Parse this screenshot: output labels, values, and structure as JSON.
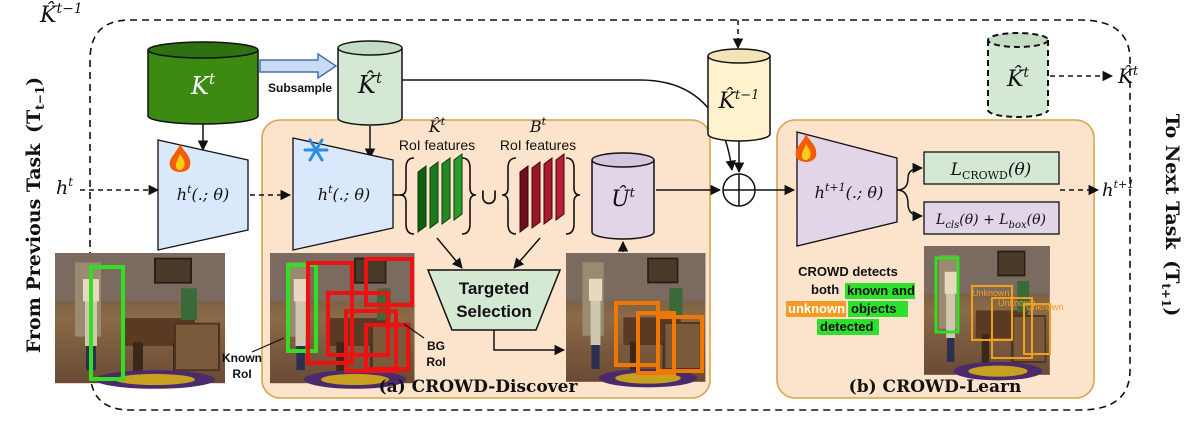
{
  "labels": {
    "left_side": "From Previous Task",
    "left_side_sub": "(T",
    "left_side_subscript": "t−1",
    "left_side_close": ")",
    "right_side": "To Next Task",
    "right_side_sub": "(T",
    "right_side_subscript": "t+1",
    "right_side_close": ")",
    "k_prev_top": "K̂",
    "k_prev_top_sup": "t−1",
    "h_t_in": "h",
    "h_t_in_sup": "t",
    "h_out": "h",
    "h_out_sup": "t+1",
    "k_out": "K̂",
    "k_out_sup": "t",
    "subsample": "Subsample",
    "cyl_K": "K",
    "cyl_K_sup": "t",
    "cyl_Khat": "K̂",
    "cyl_Khat_sup": "t",
    "cyl_Kprev": "K̂",
    "cyl_Kprev_sup": "t−1",
    "cyl_Kdash": "K̂",
    "cyl_Kdash_sup": "t",
    "cyl_U": "Û",
    "cyl_U_sup": "t",
    "model1": "h",
    "model1_sup": "t",
    "model1_args": "(.; θ)",
    "model2": "h",
    "model2_sup": "t",
    "model2_args": "(.; θ)",
    "model3": "h",
    "model3_sup": "t+1",
    "model3_args": "(.; θ)",
    "khat_feat_top": "K̂",
    "khat_feat_sup": "t",
    "khat_feat_bottom": "RoI features",
    "b_feat_top": "B",
    "b_feat_sup": "t",
    "b_feat_bottom": "RoI features",
    "union": "∪",
    "targeted_1": "Targeted",
    "targeted_2": "Selection",
    "known_roi_1": "Known",
    "known_roi_2": "RoI",
    "bg_roi_1": "BG",
    "bg_roi_2": "RoI",
    "discover_caption": "(a) CROWD-Discover",
    "learn_caption": "(b) CROWD-Learn",
    "loss_crowd": "L",
    "loss_crowd_sub": "CROWD",
    "loss_crowd_args": "(θ)",
    "loss_det": "L",
    "loss_det_sub1": "cls",
    "loss_det_mid": "(θ) + L",
    "loss_det_sub2": "box",
    "loss_det_end": "(θ)",
    "crowd_text_1": "CROWD detects",
    "crowd_text_2a": "both",
    "crowd_text_2b": "known and",
    "crowd_text_3a": "unknown",
    "crowd_text_3b": "objects",
    "crowd_text_4": "detected",
    "unknown_tag_1": "Unknown",
    "unknown_tag_2": "Unknown",
    "unknown_tag_3": "Unknown"
  },
  "colors": {
    "discover_bg": "#fbe3cc",
    "learn_bg": "#fbe3cc",
    "panel_border": "#d6a64a",
    "green_cyl": "#3d8a12",
    "light_green_cyl": "#d5e8d4",
    "yellow_cyl": "#fff2cc",
    "purple_cyl": "#e1d5e7",
    "model_blue": "#dae8fc",
    "model_purple": "#e1d5e7",
    "loss_green": "#d5e8d4",
    "feat_green": "#1e7a1e",
    "feat_red": "#9b1525",
    "box_green": "#33dd22",
    "box_red": "#ee1111",
    "box_orange": "#f07800",
    "highlight_green": "#2ee02e",
    "highlight_orange": "#f59a23"
  },
  "icons": {
    "fire": "fire-icon",
    "snowflake": "snowflake-icon"
  }
}
